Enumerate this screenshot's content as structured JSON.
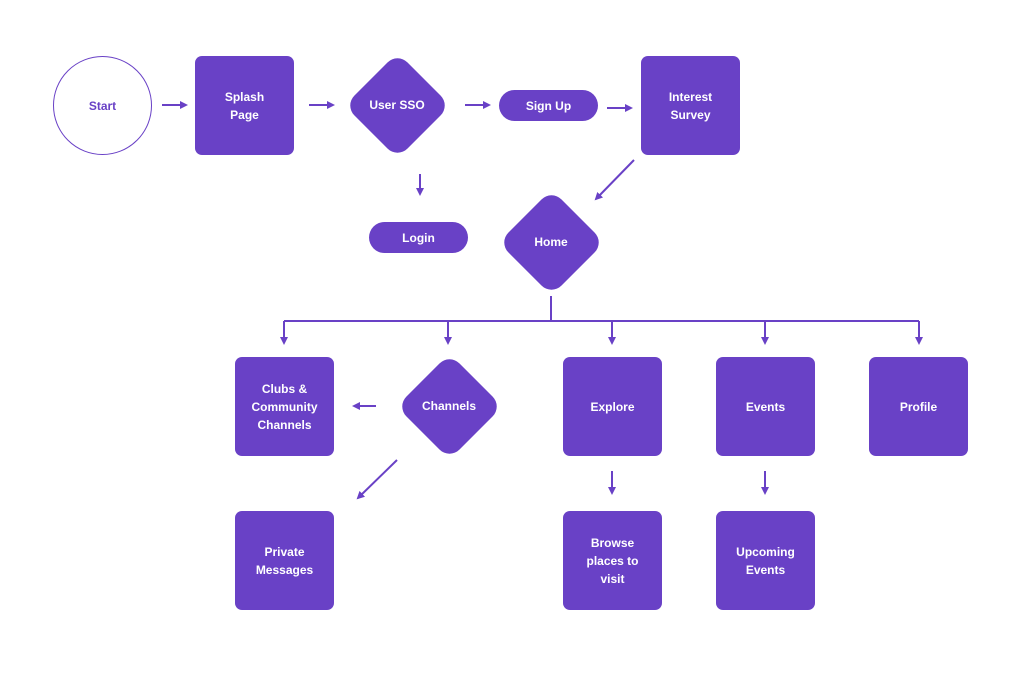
{
  "colors": {
    "accent": "#6941c6",
    "background": "#ffffff"
  },
  "nodes": {
    "start": "Start",
    "splash": "Splash\nPage",
    "user_sso": "User SSO",
    "sign_up": "Sign Up",
    "interest_survey": "Interest\nSurvey",
    "login": "Login",
    "home": "Home",
    "clubs": "Clubs &\nCommunity\nChannels",
    "channels": "Channels",
    "explore": "Explore",
    "events": "Events",
    "profile": "Profile",
    "private_messages": "Private\nMessages",
    "browse_places": "Browse\nplaces to\nvisit",
    "upcoming_events": "Upcoming\nEvents"
  },
  "edges": [
    {
      "from": "start",
      "to": "splash"
    },
    {
      "from": "splash",
      "to": "user_sso"
    },
    {
      "from": "user_sso",
      "to": "sign_up"
    },
    {
      "from": "sign_up",
      "to": "interest_survey"
    },
    {
      "from": "interest_survey",
      "to": "home"
    },
    {
      "from": "user_sso",
      "to": "login"
    },
    {
      "from": "home",
      "to": "clubs"
    },
    {
      "from": "home",
      "to": "channels"
    },
    {
      "from": "home",
      "to": "explore"
    },
    {
      "from": "home",
      "to": "events"
    },
    {
      "from": "home",
      "to": "profile"
    },
    {
      "from": "channels",
      "to": "clubs"
    },
    {
      "from": "channels",
      "to": "private_messages"
    },
    {
      "from": "explore",
      "to": "browse_places"
    },
    {
      "from": "events",
      "to": "upcoming_events"
    }
  ]
}
